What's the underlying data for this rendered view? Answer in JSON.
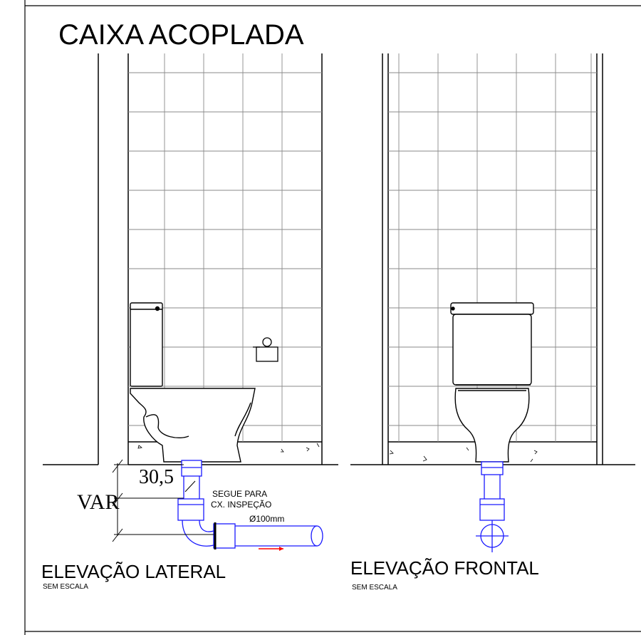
{
  "drawing": {
    "title": "CAIXA ACOPLADA",
    "lateral": {
      "title": "ELEVAÇÃO LATERAL",
      "scale_note": "SEM ESCALA",
      "dim_height": "30,5",
      "dim_var": "VAR",
      "pipe_note_line1": "SEGUE PARA",
      "pipe_note_line2": "CX. INSPEÇÃO",
      "pipe_diameter": "Ø100mm"
    },
    "frontal": {
      "title": "ELEVAÇÃO FRONTAL",
      "scale_note": "SEM ESCALA"
    }
  },
  "colors": {
    "line": "#000000",
    "tile_grid": "#8a8a8a",
    "pipe": "#1a1aff",
    "flow_arrow": "#ff0000"
  }
}
